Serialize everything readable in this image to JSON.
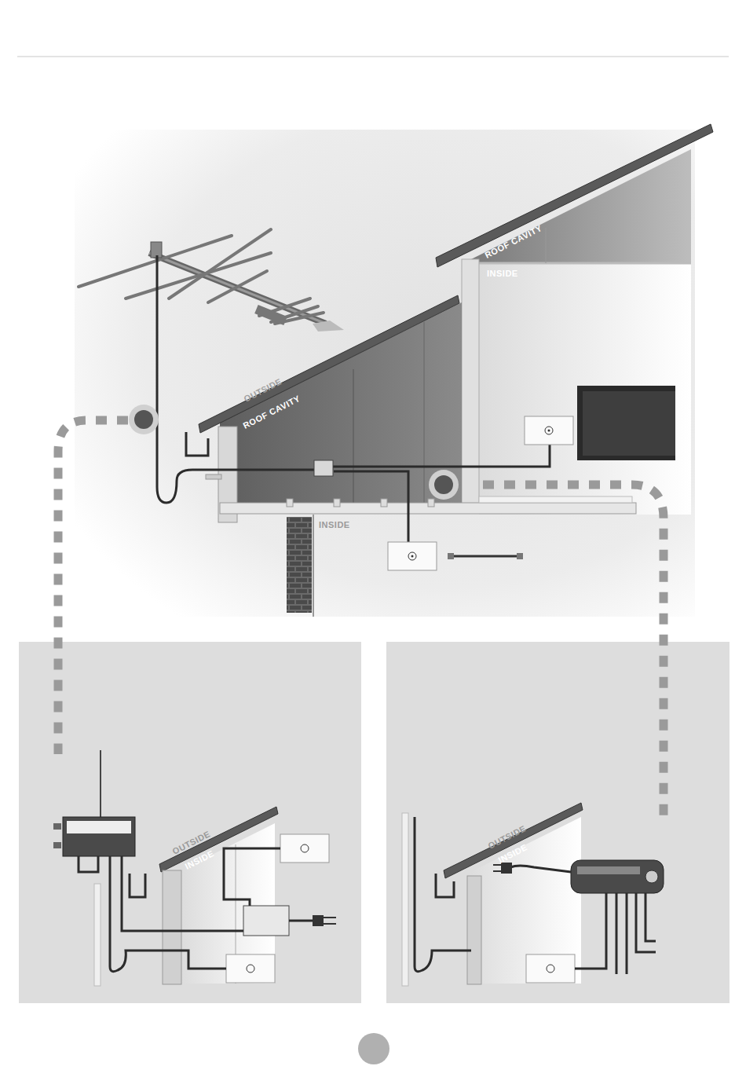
{
  "diagram": {
    "labels": [
      "ROOF CAVITY",
      "INSIDE",
      "OUTSIDE",
      "ROOF CAVITY",
      "INSIDE",
      "OUTSIDE",
      "INSIDE",
      "OUTSIDE",
      "INSIDE"
    ]
  }
}
